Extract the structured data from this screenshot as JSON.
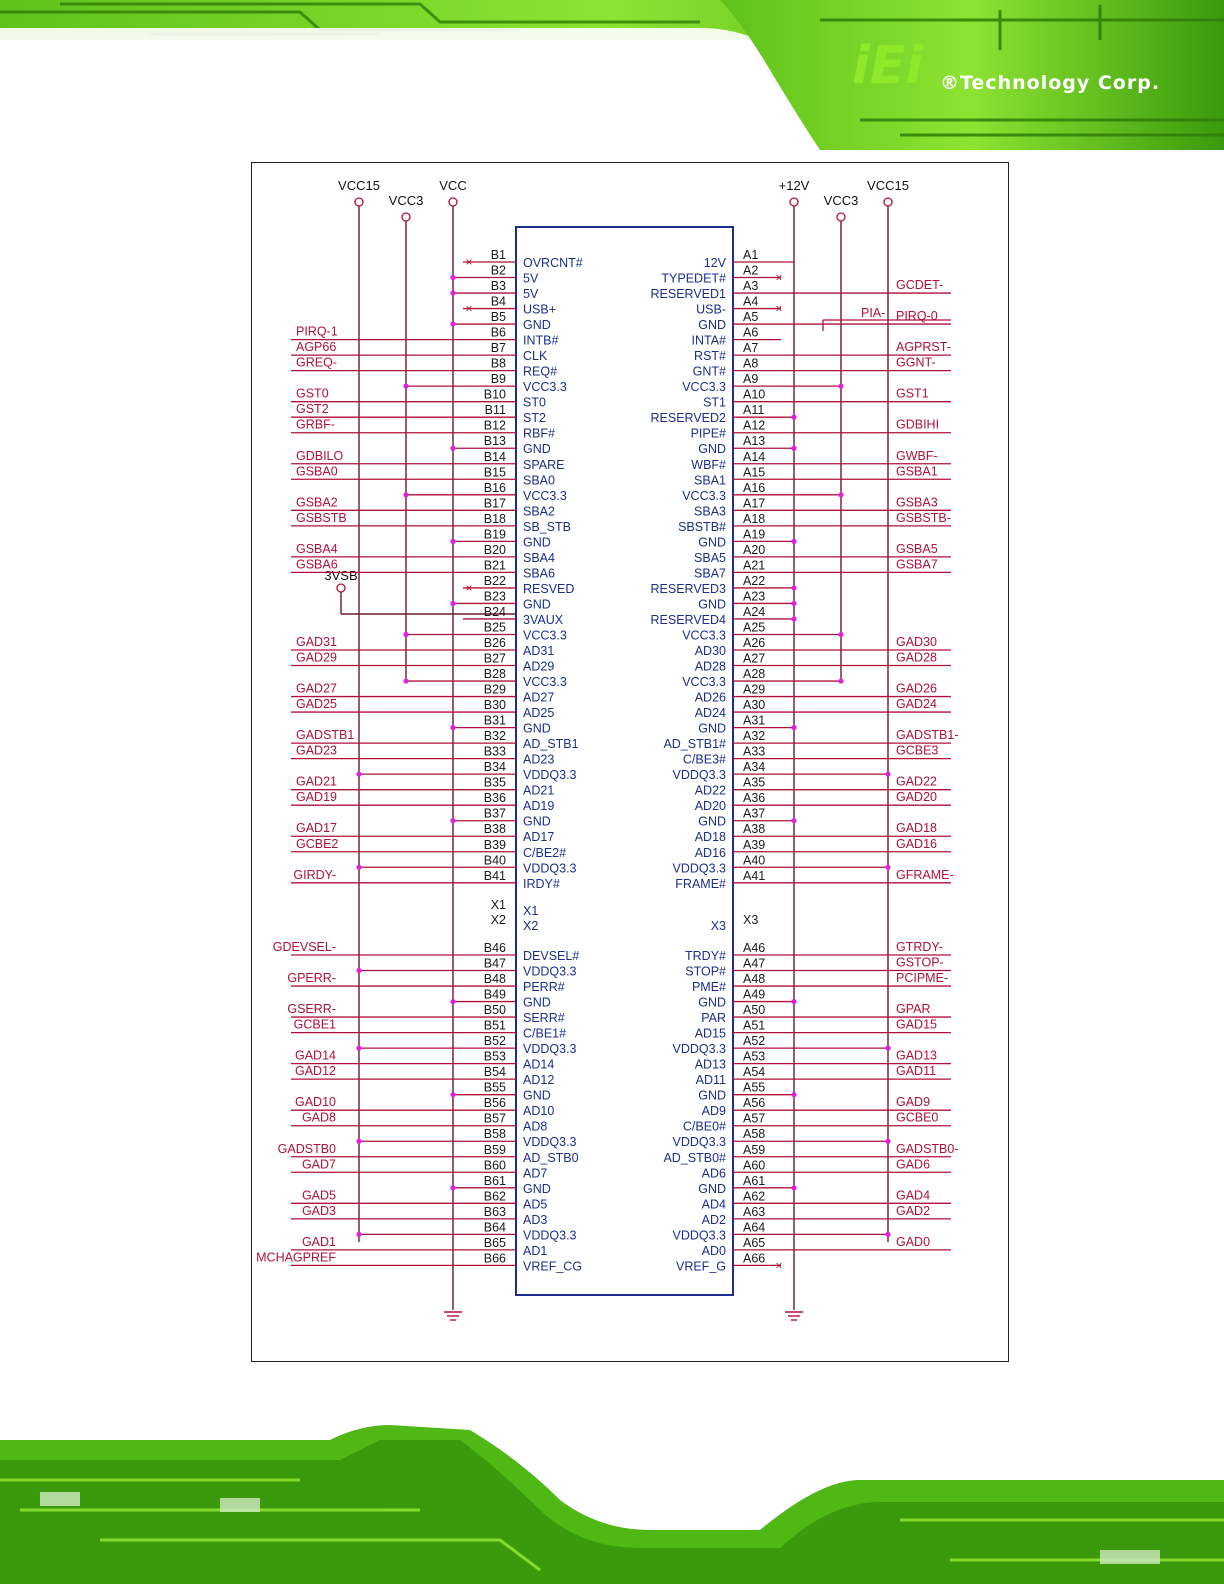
{
  "header": {
    "logo_text": "iEi",
    "company": "®Technology Corp."
  },
  "schematic": {
    "top_labels": [
      "VCC15",
      "VCC3",
      "VCC",
      "+12V",
      "VCC3",
      "VCC15"
    ],
    "vsb_label": "3VSB",
    "unconnected_pins": {
      "left_label_x1": "X1",
      "left_label_x2": "X2",
      "inner_x1": "X1",
      "inner_x2": "X2",
      "inner_x3": "X3",
      "right_x3": "X3"
    },
    "left_nets": [
      "",
      "",
      "",
      "",
      "",
      "PIRQ-1",
      "AGP66",
      "GREQ-",
      "",
      "GST0",
      "GST2",
      "GRBF-",
      "",
      "GDBILO",
      "GSBA0",
      "",
      "GSBA2",
      "GSBSTB",
      "",
      "GSBA4",
      "GSBA6",
      "",
      "",
      "",
      "",
      "GAD31",
      "GAD29",
      "",
      "GAD27",
      "GAD25",
      "",
      "GADSTB1",
      "GAD23",
      "",
      "GAD21",
      "GAD19",
      "",
      "GAD17",
      "GCBE2",
      "",
      "GIRDY-",
      "GDEVSEL-",
      "",
      "GPERR-",
      "",
      "GSERR-",
      "GCBE1",
      "",
      "GAD14",
      "GAD12",
      "",
      "GAD10",
      "GAD8",
      "",
      "GADSTB0",
      "GAD7",
      "",
      "GAD5",
      "GAD3",
      "",
      "GAD1",
      "MCHAGPREF"
    ],
    "left_pins": [
      "B1",
      "B2",
      "B3",
      "B4",
      "B5",
      "B6",
      "B7",
      "B8",
      "B9",
      "B10",
      "B11",
      "B12",
      "B13",
      "B14",
      "B15",
      "B16",
      "B17",
      "B18",
      "B19",
      "B20",
      "B21",
      "B22",
      "B23",
      "B24",
      "B25",
      "B26",
      "B27",
      "B28",
      "B29",
      "B30",
      "B31",
      "B32",
      "B33",
      "B34",
      "B35",
      "B36",
      "B37",
      "B38",
      "B39",
      "B40",
      "B41",
      "B46",
      "B47",
      "B48",
      "B49",
      "B50",
      "B51",
      "B52",
      "B53",
      "B54",
      "B55",
      "B56",
      "B57",
      "B58",
      "B59",
      "B60",
      "B61",
      "B62",
      "B63",
      "B64",
      "B65",
      "B66"
    ],
    "left_signals": [
      "OVRCNT#",
      "5V",
      "5V",
      "USB+",
      "GND",
      "INTB#",
      "CLK",
      "REQ#",
      "VCC3.3",
      "ST0",
      "ST2",
      "RBF#",
      "GND",
      "SPARE",
      "SBA0",
      "VCC3.3",
      "SBA2",
      "SB_STB",
      "GND",
      "SBA4",
      "SBA6",
      "RESVED",
      "GND",
      "3VAUX",
      "VCC3.3",
      "AD31",
      "AD29",
      "VCC3.3",
      "AD27",
      "AD25",
      "GND",
      "AD_STB1",
      "AD23",
      "VDDQ3.3",
      "AD21",
      "AD19",
      "GND",
      "AD17",
      "C/BE2#",
      "VDDQ3.3",
      "IRDY#",
      "DEVSEL#",
      "VDDQ3.3",
      "PERR#",
      "GND",
      "SERR#",
      "C/BE1#",
      "VDDQ3.3",
      "AD14",
      "AD12",
      "GND",
      "AD10",
      "AD8",
      "VDDQ3.3",
      "AD_STB0",
      "AD7",
      "GND",
      "AD5",
      "AD3",
      "VDDQ3.3",
      "AD1",
      "VREF_CG"
    ],
    "right_signals": [
      "12V",
      "TYPEDET#",
      "RESERVED1",
      "USB-",
      "GND",
      "INTA#",
      "RST#",
      "GNT#",
      "VCC3.3",
      "ST1",
      "RESERVED2",
      "PIPE#",
      "GND",
      "WBF#",
      "SBA1",
      "VCC3.3",
      "SBA3",
      "SBSTB#",
      "GND",
      "SBA5",
      "SBA7",
      "RESERVED3",
      "GND",
      "RESERVED4",
      "VCC3.3",
      "AD30",
      "AD28",
      "VCC3.3",
      "AD26",
      "AD24",
      "GND",
      "AD_STB1#",
      "C/BE3#",
      "VDDQ3.3",
      "AD22",
      "AD20",
      "GND",
      "AD18",
      "AD16",
      "VDDQ3.3",
      "FRAME#",
      "TRDY#",
      "STOP#",
      "PME#",
      "GND",
      "PAR",
      "AD15",
      "VDDQ3.3",
      "AD13",
      "AD11",
      "GND",
      "AD9",
      "C/BE0#",
      "VDDQ3.3",
      "AD_STB0#",
      "AD6",
      "GND",
      "AD4",
      "AD2",
      "VDDQ3.3",
      "AD0",
      "VREF_G"
    ],
    "right_pins": [
      "A1",
      "A2",
      "A3",
      "A4",
      "A5",
      "A6",
      "A7",
      "A8",
      "A9",
      "A10",
      "A11",
      "A12",
      "A13",
      "A14",
      "A15",
      "A16",
      "A17",
      "A18",
      "A19",
      "A20",
      "A21",
      "A22",
      "A23",
      "A24",
      "A25",
      "A26",
      "A27",
      "A28",
      "A29",
      "A30",
      "A31",
      "A32",
      "A33",
      "A34",
      "A35",
      "A36",
      "A37",
      "A38",
      "A39",
      "A40",
      "A41",
      "A46",
      "A47",
      "A48",
      "A49",
      "A50",
      "A51",
      "A52",
      "A53",
      "A54",
      "A55",
      "A56",
      "A57",
      "A58",
      "A59",
      "A60",
      "A61",
      "A62",
      "A63",
      "A64",
      "A65",
      "A66"
    ],
    "right_nets": [
      "",
      "",
      "GCDET-",
      "",
      "PIRQ-0",
      "",
      "AGPRST-",
      "GGNT-",
      "",
      "GST1",
      "",
      "GDBIHI",
      "",
      "GWBF-",
      "GSBA1",
      "",
      "GSBA3",
      "GSBSTB-",
      "",
      "GSBA5",
      "GSBA7",
      "",
      "",
      "",
      "",
      "GAD30",
      "GAD28",
      "",
      "GAD26",
      "GAD24",
      "",
      "GADSTB1-",
      "GCBE3",
      "",
      "GAD22",
      "GAD20",
      "",
      "GAD18",
      "GAD16",
      "",
      "GFRAME-",
      "GTRDY-",
      "GSTOP-",
      "PCIPME-",
      "",
      "GPAR",
      "GAD15",
      "",
      "GAD13",
      "GAD11",
      "",
      "GAD9",
      "GCBE0",
      "",
      "GADSTB0-",
      "GAD6",
      "",
      "GAD4",
      "GAD2",
      "",
      "GAD0",
      ""
    ],
    "pia_label": "PIA-"
  },
  "colors": {
    "net": "#b0103a",
    "pin_text": "#1a1a1a",
    "signal_text": "#1c2e8c",
    "box": "#1c2e8c",
    "junction": "#e020e0",
    "rail": "#6b1a2a",
    "green_bright": "#7ed321",
    "green_dark": "#2f7d0a"
  }
}
